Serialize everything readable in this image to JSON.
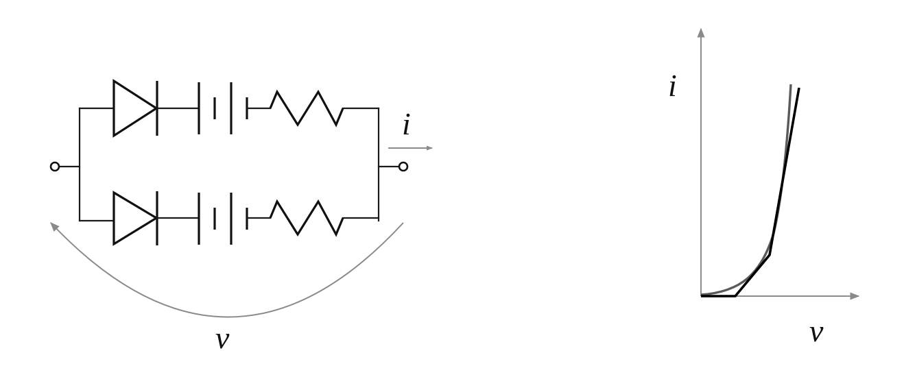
{
  "circuit": {
    "current_label": "i",
    "voltage_label": "v"
  },
  "plot": {
    "y_label": "i",
    "x_label": "v"
  },
  "colors": {
    "ink": "#111111",
    "arrow_gray": "#8a8a8a",
    "curve_gray": "#5a5a5a",
    "piecewise_black": "#000000"
  }
}
